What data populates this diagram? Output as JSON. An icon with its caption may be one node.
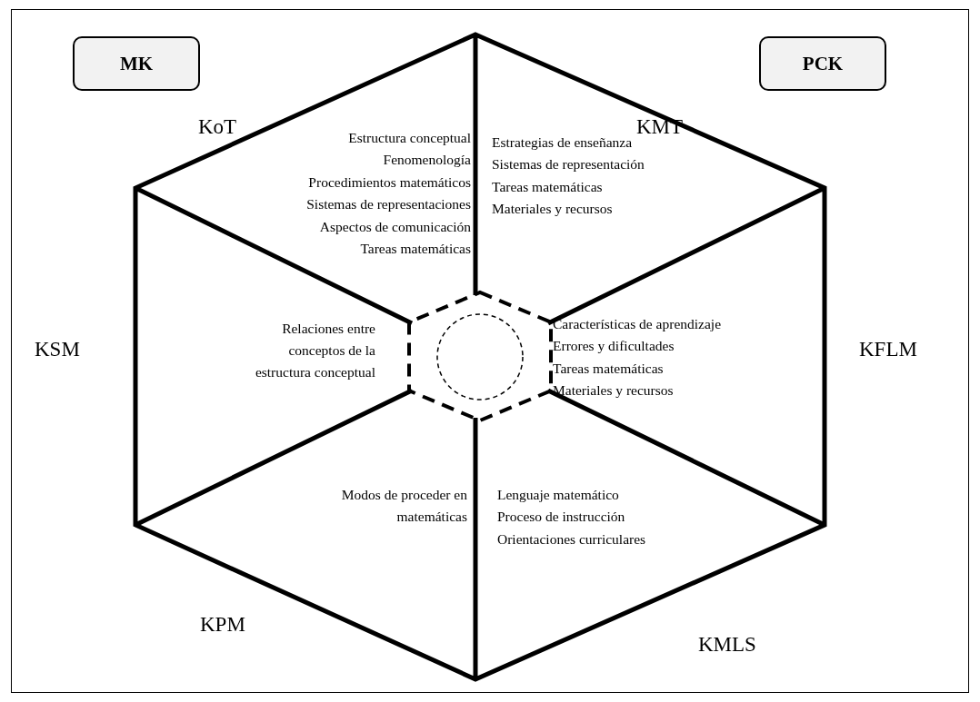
{
  "diagram": {
    "nodes": [
      {
        "text": [
          "MK"
        ]
      },
      {
        "text": [
          "PCK"
        ]
      },
      {
        "text": [
          "KoT",
          "Estructura conceptual",
          "Fenomenología",
          "Procedimientos matemáticos",
          "Sistemas de representaciones",
          "Aspectos de comunicación",
          "Tareas matemáticas"
        ]
      },
      {
        "text": [
          "KMT",
          "Estrategias de enseñanza",
          "Sistemas de representación",
          "Tareas matemáticas",
          "Materiales y recursos"
        ]
      },
      {
        "text": [
          "KSM",
          "Relaciones entre conceptos de la estructura conceptual"
        ]
      },
      {
        "text": [
          "KFLM",
          "Características de aprendizaje",
          "Errores y dificultades",
          "Tareas matemáticas",
          "Materiales y recursos"
        ]
      },
      {
        "text": [
          "KPM",
          "Modos de proceder en matemáticas"
        ]
      },
      {
        "text": [
          "KMLS",
          "Lenguaje matemático",
          "Proceso de instrucción",
          "Orientaciones curriculares"
        ]
      },
      {
        "text": [],
        "shape": "hexagon"
      },
      {
        "text": [],
        "shape": "circle",
        "in": 8
      }
    ]
  }
}
